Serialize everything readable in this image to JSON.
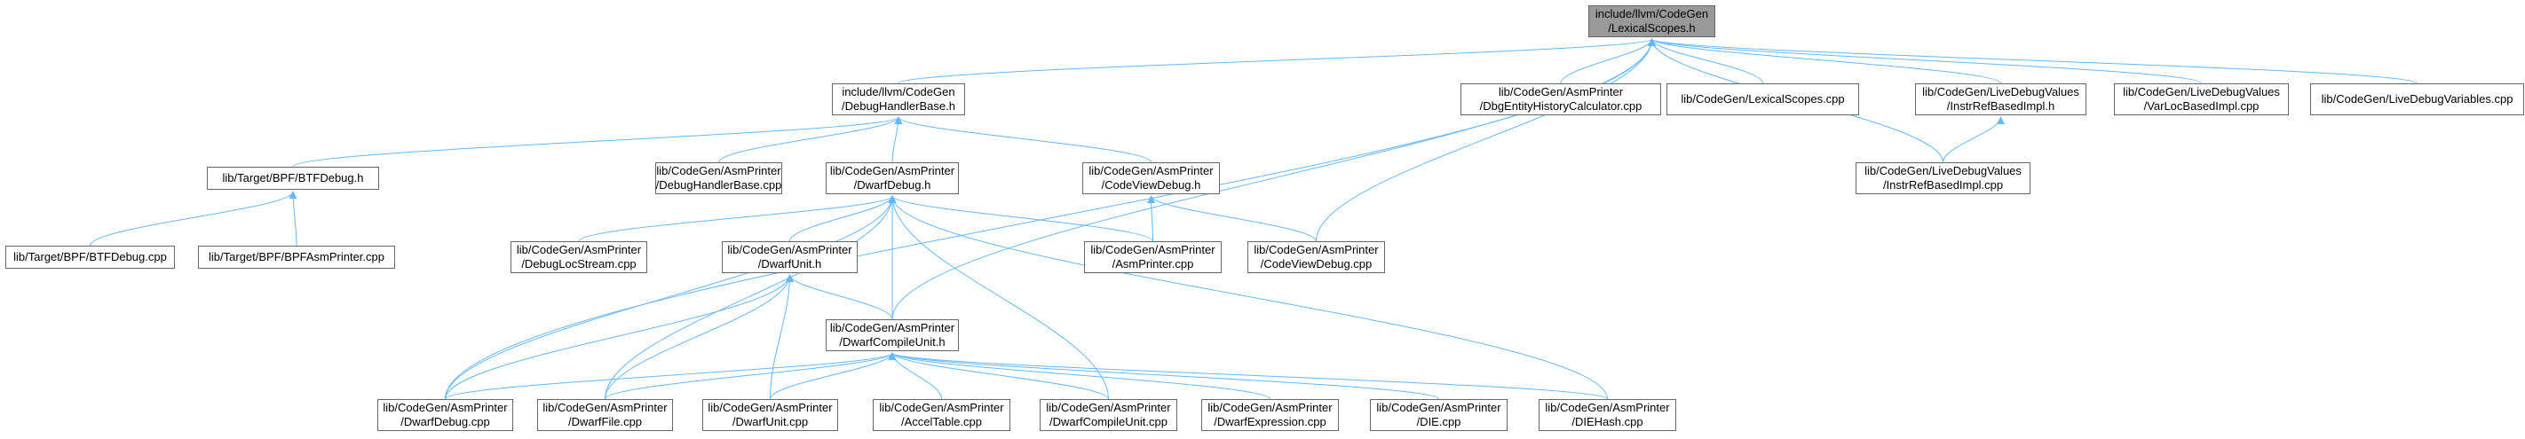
{
  "colors": {
    "edge": "#63b8ff",
    "node_border": "#666666",
    "root_fill": "#999999",
    "node_fill": "#ffffff"
  },
  "graph": {
    "nodes": [
      {
        "id": "n0",
        "lines": [
          "include/llvm/CodeGen",
          "/LexicalScopes.h"
        ],
        "root": true
      },
      {
        "id": "n1",
        "lines": [
          "include/llvm/CodeGen",
          "/DebugHandlerBase.h"
        ]
      },
      {
        "id": "n2",
        "lines": [
          "lib/CodeGen/AsmPrinter",
          "/DbgEntityHistoryCalculator.cpp"
        ]
      },
      {
        "id": "n3",
        "lines": [
          "lib/CodeGen/LexicalScopes.cpp"
        ]
      },
      {
        "id": "n4",
        "lines": [
          "lib/CodeGen/LiveDebugValues",
          "/InstrRefBasedImpl.h"
        ]
      },
      {
        "id": "n5",
        "lines": [
          "lib/CodeGen/LiveDebugValues",
          "/VarLocBasedImpl.cpp"
        ]
      },
      {
        "id": "n6",
        "lines": [
          "lib/CodeGen/LiveDebugVariables.cpp"
        ]
      },
      {
        "id": "n7",
        "lines": [
          "lib/Target/BPF/BTFDebug.h"
        ]
      },
      {
        "id": "n8",
        "lines": [
          "lib/CodeGen/AsmPrinter",
          "/DebugHandlerBase.cpp"
        ]
      },
      {
        "id": "n9",
        "lines": [
          "lib/CodeGen/AsmPrinter",
          "/DwarfDebug.h"
        ]
      },
      {
        "id": "n10",
        "lines": [
          "lib/CodeGen/AsmPrinter",
          "/CodeViewDebug.h"
        ]
      },
      {
        "id": "n11",
        "lines": [
          "lib/CodeGen/LiveDebugValues",
          "/InstrRefBasedImpl.cpp"
        ]
      },
      {
        "id": "n12",
        "lines": [
          "lib/Target/BPF/BTFDebug.cpp"
        ]
      },
      {
        "id": "n13",
        "lines": [
          "lib/Target/BPF/BPFAsmPrinter.cpp"
        ]
      },
      {
        "id": "n14",
        "lines": [
          "lib/CodeGen/AsmPrinter",
          "/DebugLocStream.cpp"
        ]
      },
      {
        "id": "n15",
        "lines": [
          "lib/CodeGen/AsmPrinter",
          "/DwarfUnit.h"
        ]
      },
      {
        "id": "n16",
        "lines": [
          "lib/CodeGen/AsmPrinter",
          "/AsmPrinter.cpp"
        ]
      },
      {
        "id": "n17",
        "lines": [
          "lib/CodeGen/AsmPrinter",
          "/CodeViewDebug.cpp"
        ]
      },
      {
        "id": "n18",
        "lines": [
          "lib/CodeGen/AsmPrinter",
          "/DwarfCompileUnit.h"
        ]
      },
      {
        "id": "n19",
        "lines": [
          "lib/CodeGen/AsmPrinter",
          "/DwarfDebug.cpp"
        ]
      },
      {
        "id": "n20",
        "lines": [
          "lib/CodeGen/AsmPrinter",
          "/DwarfFile.cpp"
        ]
      },
      {
        "id": "n21",
        "lines": [
          "lib/CodeGen/AsmPrinter",
          "/DwarfUnit.cpp"
        ]
      },
      {
        "id": "n22",
        "lines": [
          "lib/CodeGen/AsmPrinter",
          "/AccelTable.cpp"
        ]
      },
      {
        "id": "n23",
        "lines": [
          "lib/CodeGen/AsmPrinter",
          "/DwarfCompileUnit.cpp"
        ]
      },
      {
        "id": "n24",
        "lines": [
          "lib/CodeGen/AsmPrinter",
          "/DwarfExpression.cpp"
        ]
      },
      {
        "id": "n25",
        "lines": [
          "lib/CodeGen/AsmPrinter",
          "/DIE.cpp"
        ]
      },
      {
        "id": "n26",
        "lines": [
          "lib/CodeGen/AsmPrinter",
          "/DIEHash.cpp"
        ]
      }
    ],
    "edges": [
      [
        "n1",
        "n0"
      ],
      [
        "n2",
        "n0"
      ],
      [
        "n3",
        "n0"
      ],
      [
        "n4",
        "n0"
      ],
      [
        "n5",
        "n0"
      ],
      [
        "n6",
        "n0"
      ],
      [
        "n11",
        "n0"
      ],
      [
        "n17",
        "n0"
      ],
      [
        "n18",
        "n0"
      ],
      [
        "n19",
        "n0"
      ],
      [
        "n7",
        "n1"
      ],
      [
        "n8",
        "n1"
      ],
      [
        "n9",
        "n1"
      ],
      [
        "n10",
        "n1"
      ],
      [
        "n11",
        "n4"
      ],
      [
        "n12",
        "n7"
      ],
      [
        "n13",
        "n7"
      ],
      [
        "n14",
        "n9"
      ],
      [
        "n15",
        "n9"
      ],
      [
        "n16",
        "n9"
      ],
      [
        "n18",
        "n9"
      ],
      [
        "n19",
        "n9"
      ],
      [
        "n20",
        "n9"
      ],
      [
        "n23",
        "n9"
      ],
      [
        "n26",
        "n9"
      ],
      [
        "n16",
        "n10"
      ],
      [
        "n17",
        "n10"
      ],
      [
        "n18",
        "n15"
      ],
      [
        "n19",
        "n15"
      ],
      [
        "n20",
        "n15"
      ],
      [
        "n21",
        "n15"
      ],
      [
        "n19",
        "n18"
      ],
      [
        "n20",
        "n18"
      ],
      [
        "n21",
        "n18"
      ],
      [
        "n22",
        "n18"
      ],
      [
        "n23",
        "n18"
      ],
      [
        "n24",
        "n18"
      ],
      [
        "n25",
        "n18"
      ],
      [
        "n26",
        "n18"
      ]
    ]
  }
}
